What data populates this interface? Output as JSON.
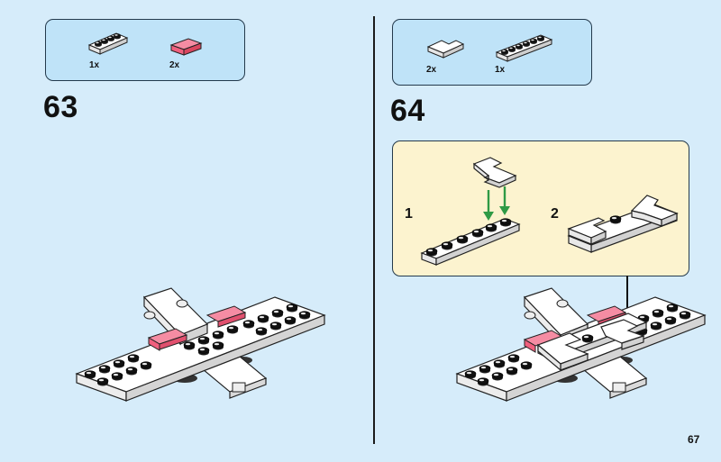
{
  "step63": {
    "number": "63",
    "parts": [
      {
        "icon": "white-1x4-plate",
        "qty": "1x"
      },
      {
        "icon": "pink-1x2-tile",
        "qty": "2x"
      }
    ]
  },
  "step64": {
    "number": "64",
    "parts": [
      {
        "icon": "white-corner-plate",
        "qty": "2x"
      },
      {
        "icon": "white-1x6-plate",
        "qty": "1x"
      }
    ],
    "substeps": [
      {
        "label": "1"
      },
      {
        "label": "2"
      }
    ]
  },
  "page": {
    "number": "67"
  },
  "colors": {
    "background": "#d6ecfa",
    "parts_box": "#bfe3f8",
    "substep_box": "#fcf3cf",
    "brick_pink": "#f0607e",
    "brick_white": "#ffffff",
    "arrow_green": "#2f9a45"
  }
}
